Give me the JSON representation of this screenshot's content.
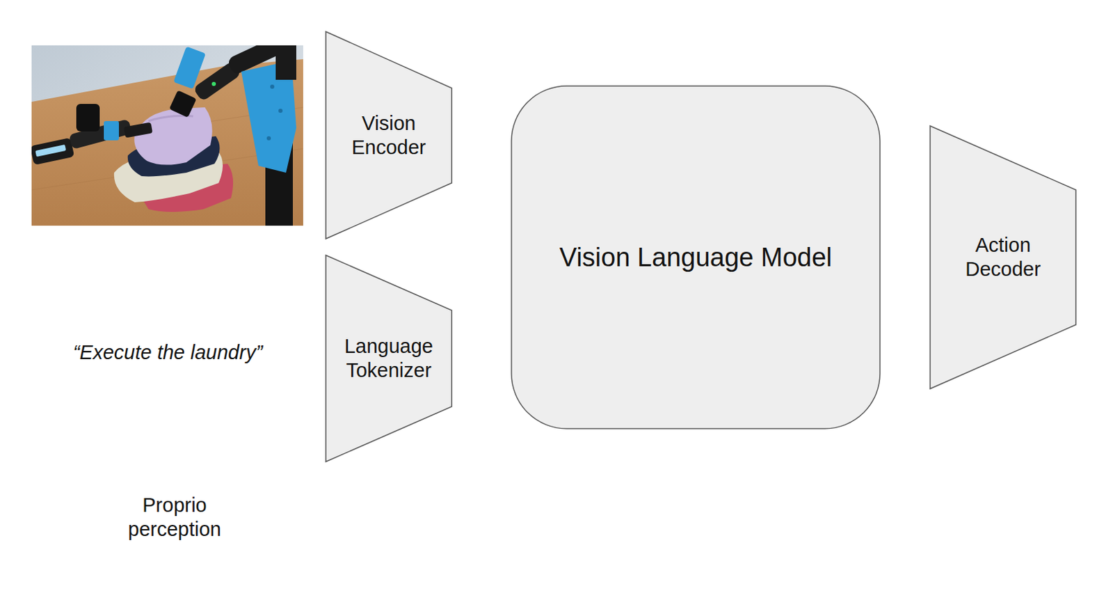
{
  "diagram": {
    "nodes": [
      {
        "text": [
          "Vision Encoder"
        ]
      },
      {
        "text": [
          "Language Tokenizer"
        ]
      },
      {
        "text": [
          "Vision Language Model"
        ]
      },
      {
        "text": [
          "Action Decoder"
        ]
      }
    ],
    "labels": [
      "“Execute the laundry”",
      "Proprio perception"
    ]
  }
}
